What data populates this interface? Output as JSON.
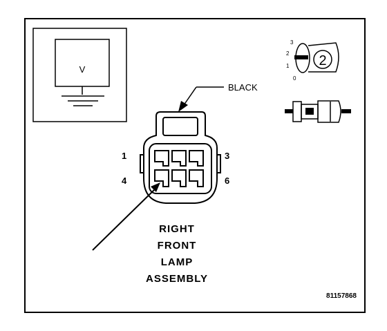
{
  "meter": {
    "label": "V"
  },
  "callout": {
    "label": "BLACK"
  },
  "pins": {
    "p1": "1",
    "p3": "3",
    "p4": "4",
    "p6": "6"
  },
  "title_lines": [
    "RIGHT",
    "FRONT",
    "LAMP",
    "ASSEMBLY"
  ],
  "figure_code": "81157868",
  "orientation_icon": {
    "positions": [
      "3",
      "2",
      "1",
      "0"
    ],
    "connector_number": "2"
  }
}
